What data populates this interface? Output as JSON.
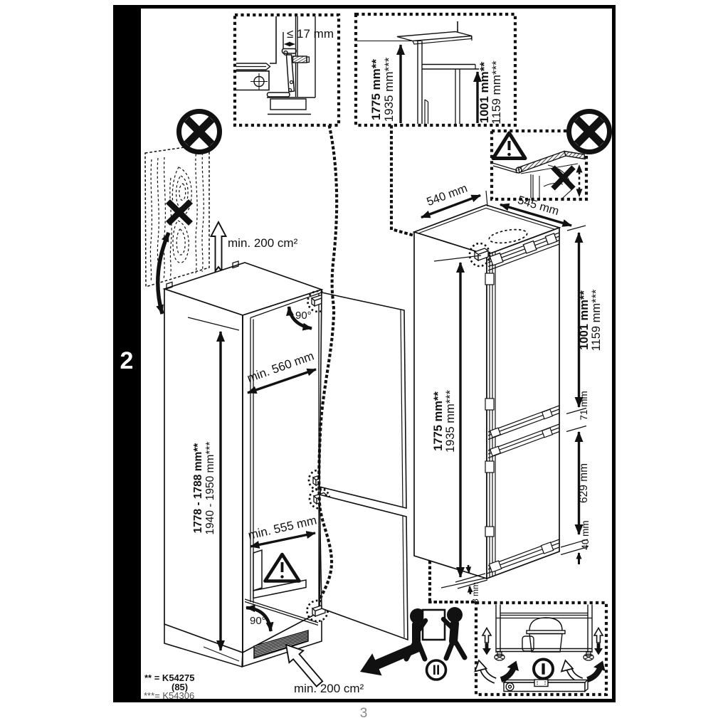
{
  "meta": {
    "description": "Installation diagram page of a built-in fridge-freezer manual",
    "ink_color": "#111111",
    "paper_color": "#ffffff"
  },
  "sidebar": {
    "section_number": "2"
  },
  "footer": {
    "page_number": "3",
    "footnote_line1": "** = K54275",
    "footnote_line2": "(85)",
    "footnote_line3": "***= K54306"
  },
  "hinge_detail": {
    "gap_dimension": "≤ 17 mm"
  },
  "height_detail": {
    "niche_height_bold": "1775 mm**",
    "niche_height_alt": "1935 mm***",
    "worktop_height_bold": "1001 mm**",
    "worktop_height_alt": "1159 mm***"
  },
  "niche": {
    "depth_top": "min. 560 mm",
    "depth_bottom": "min. 555 mm",
    "height_range_bold": "1778 - 1788 mm**",
    "height_range_alt": "1940 - 1950 mm***",
    "angle_top": "90°",
    "angle_bottom": "90°",
    "vent_area_top": "min. 200 cm²",
    "vent_area_bottom": "min. 200 cm²"
  },
  "fridge": {
    "depth": "540 mm",
    "width": "545 mm",
    "height_bold": "1775 mm**",
    "height_alt": "1935 mm***",
    "upper_section_bold": "1001 mm**",
    "upper_section_alt": "1159 mm***",
    "hinge_gap": "71 mm",
    "lower_section": "629 mm",
    "plinth_height": "40 mm",
    "floor_gap": "8 mm"
  },
  "steps": {
    "carry_step": "II",
    "level_step": "I"
  }
}
